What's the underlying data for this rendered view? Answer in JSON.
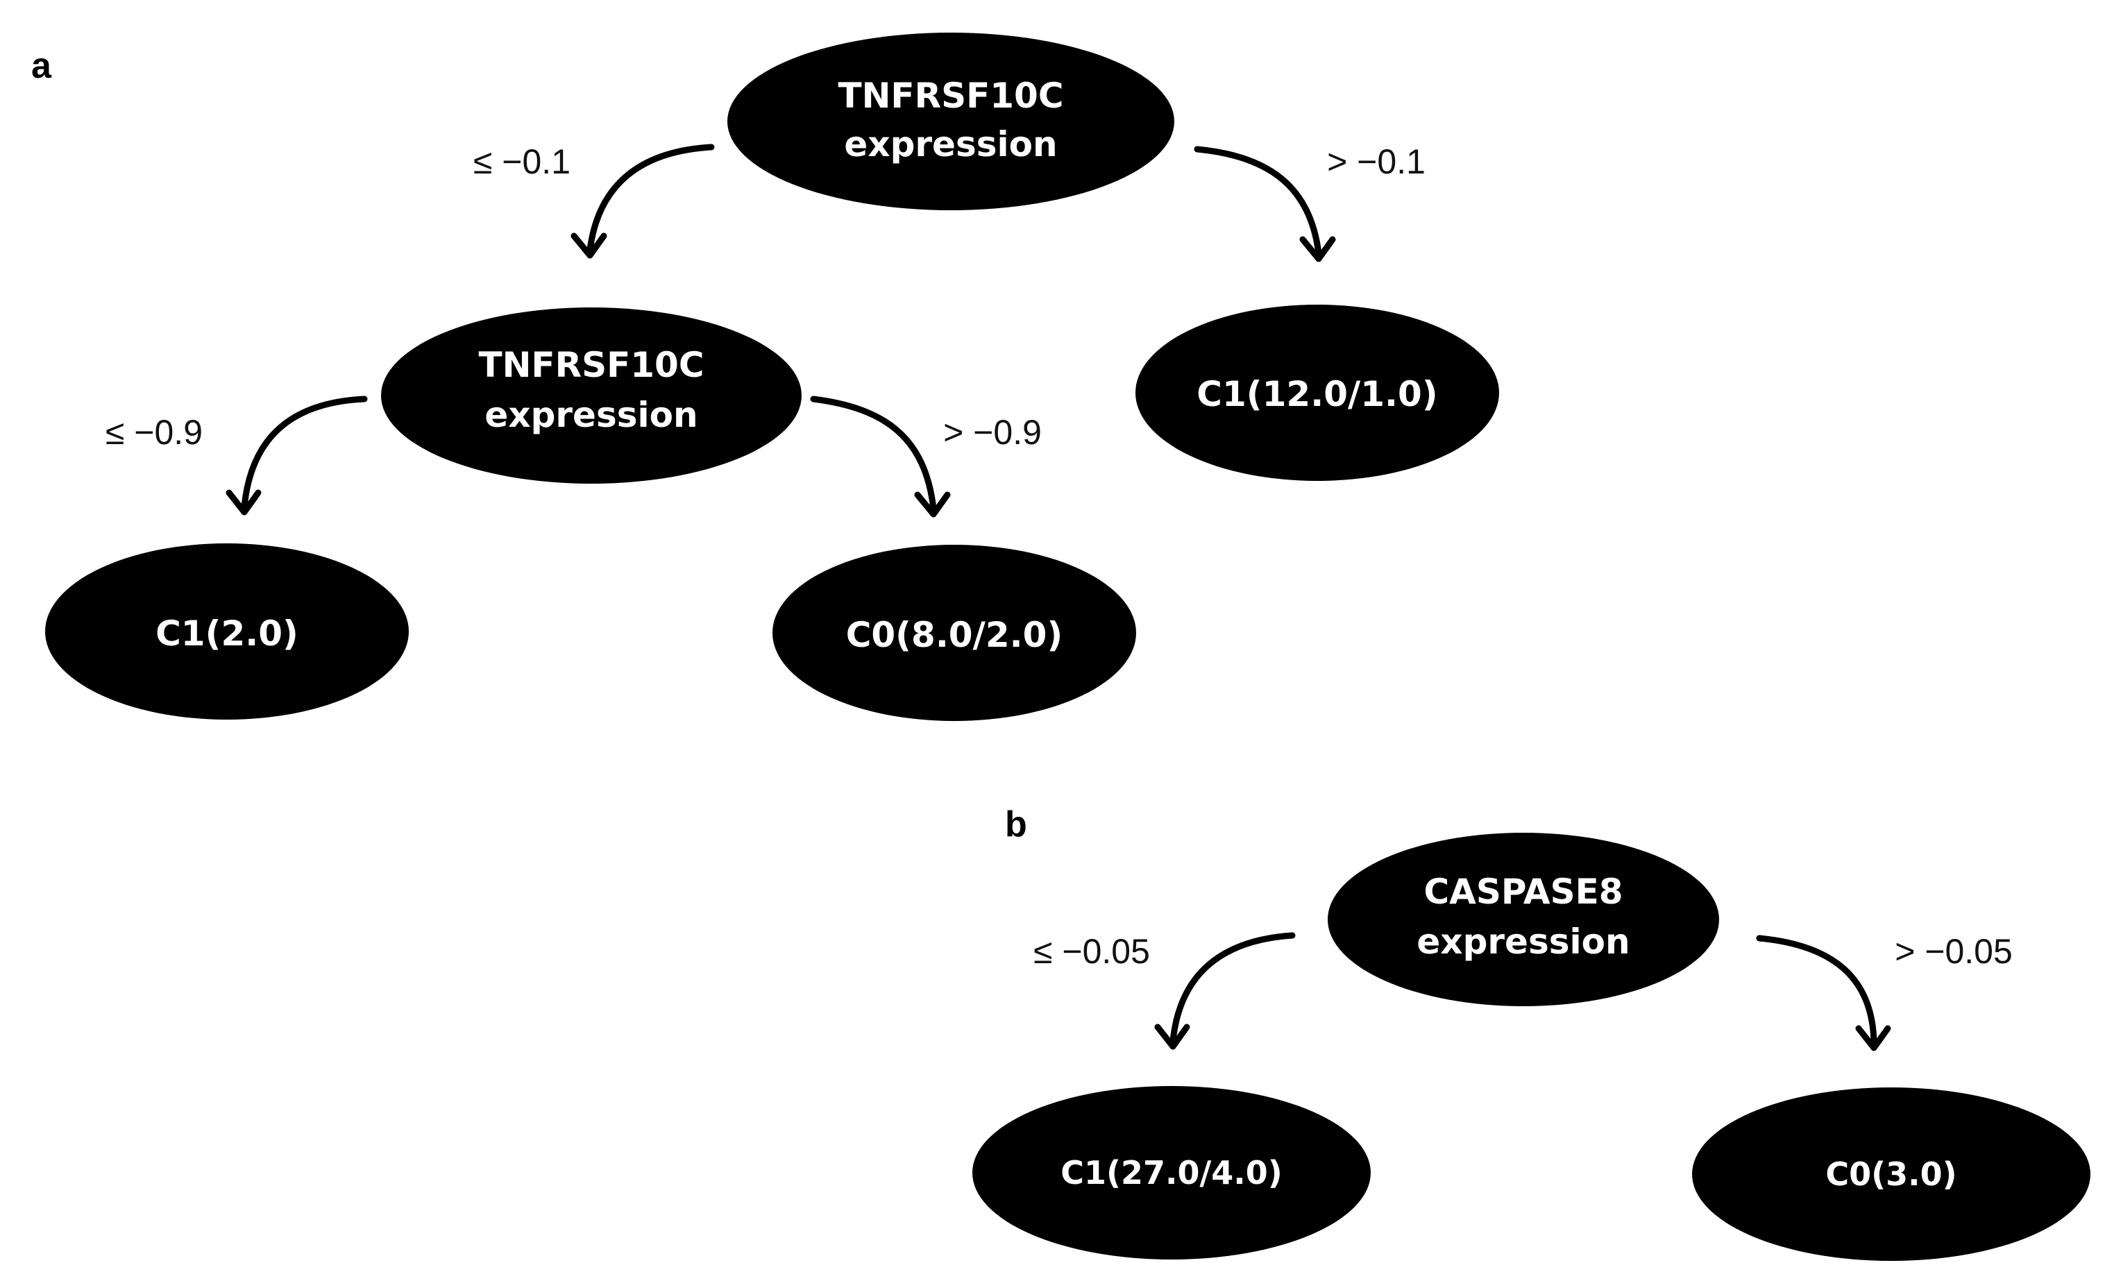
{
  "panels": {
    "a": {
      "label": "a",
      "root": {
        "line1": "TNFRSF10C",
        "line2": "expression"
      },
      "root_left_edge": "≤ −0.1",
      "root_right_edge": "> −0.1",
      "inner": {
        "line1": "TNFRSF10C",
        "line2": "expression"
      },
      "inner_left_edge": "≤ −0.9",
      "inner_right_edge": "> −0.9",
      "leaf_right": "C1(12.0/1.0)",
      "leaf_left": "C1(2.0)",
      "leaf_middle": "C0(8.0/2.0)"
    },
    "b": {
      "label": "b",
      "root": {
        "line1": "CASPASE8",
        "line2": "expression"
      },
      "root_left_edge": "≤ −0.05",
      "root_right_edge": "> −0.05",
      "leaf_left": "C1(27.0/4.0)",
      "leaf_right": "C0(3.0)"
    }
  }
}
